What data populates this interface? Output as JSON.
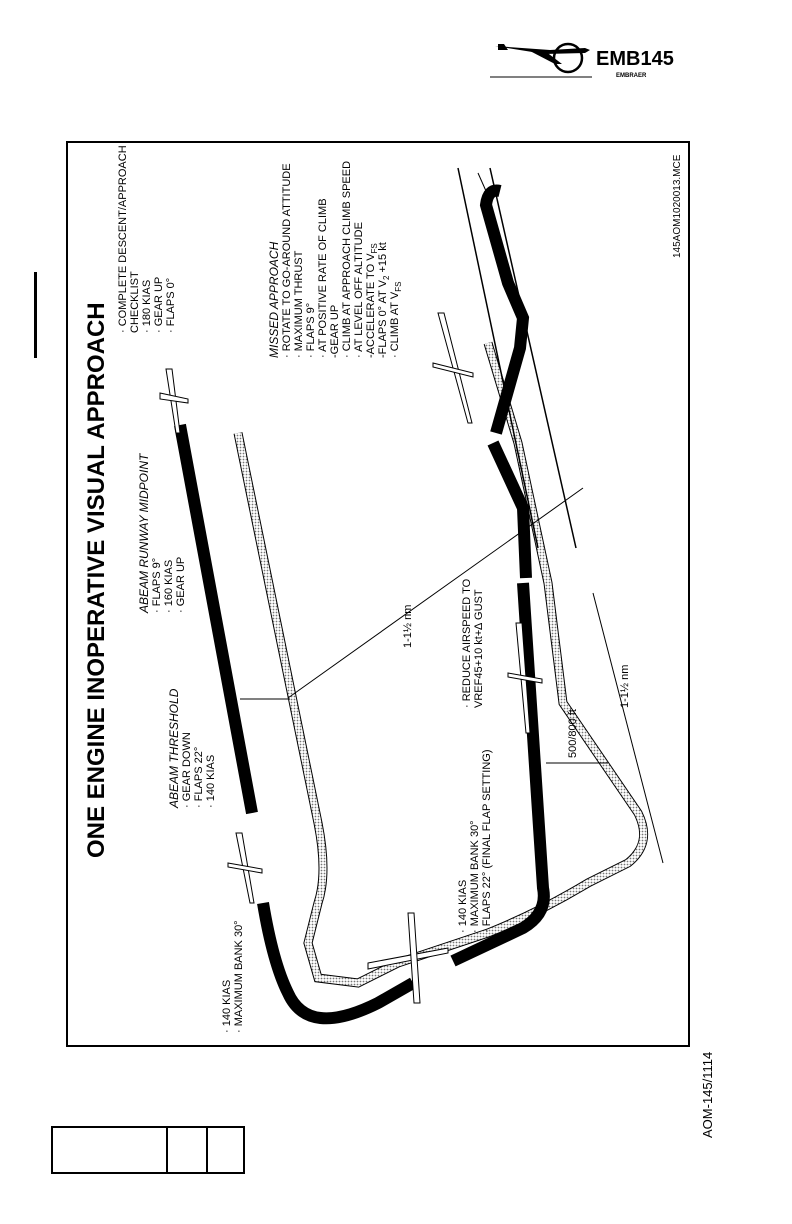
{
  "header": {
    "logo_model": "EMB145",
    "logo_maker": "EMBRAER"
  },
  "figure": {
    "title": "ONE  ENGINE  INOPERATIVE  VISUAL  APPROACH",
    "ref_code": "145AOM1020013.MCE",
    "initial_turn": {
      "speed": "· 140 KIAS",
      "bank": "· MAXIMUM BANK 30°"
    },
    "abeam_threshold": {
      "heading": "ABEAM   THRESHOLD",
      "items": [
        "· GEAR DOWN",
        "· FLAPS 22°",
        "· 140 KIAS"
      ]
    },
    "abeam_midpoint": {
      "heading": "ABEAM   RUNWAY  MIDPOINT",
      "items": [
        "· FLAPS 9°",
        "· 160 KIAS",
        "· GEAR UP"
      ]
    },
    "departure": {
      "items": [
        "· COMPLETE DESCENT/APPROACH",
        "   CHECKLIST",
        "· 180 KIAS",
        "· GEAR UP",
        "· FLAPS 0°"
      ]
    },
    "missed_approach": {
      "heading": "MISSED   APPROACH",
      "items": [
        "· ROTATE TO GO-AROUND ATTITUDE",
        "· MAXIMUM THRUST",
        "· FLAPS 9°",
        "· AT POSITIVE RATE OF CLIMB",
        "   -GEAR UP",
        "· CLIMB AT APPROACH CLIMB SPEED",
        "· AT LEVEL OFF ALTITUDE",
        "   -ACCELERATE TO V",
        "   -FLAPS 0° AT V",
        "· CLIMB AT V"
      ],
      "sub_fs": "FS",
      "sub_2": "2",
      "v2_suffix": " +15 kt"
    },
    "base_turn": {
      "items": [
        "· 140 KIAS",
        "· MAXIMUM BANK 30°",
        "· FLAPS 22° (FINAL FLAP SETTING)"
      ]
    },
    "final": {
      "items": [
        "· REDUCE AIRSPEED TO",
        "  VREF45+10 kt+∆ GUST"
      ]
    },
    "dimensions": {
      "downwind_offset": "1-1½ nm",
      "final_length": "1-1½ nm",
      "height": "500/800 ft"
    }
  },
  "footer": {
    "doc_code": "AOM-145/1114"
  }
}
